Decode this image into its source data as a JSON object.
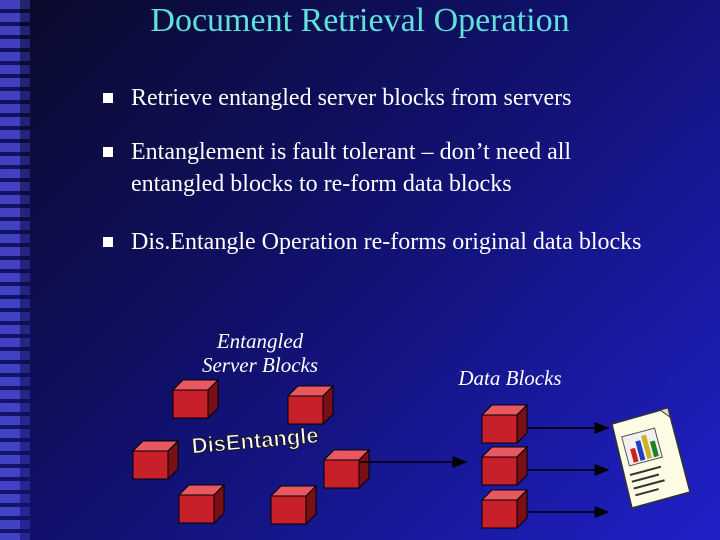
{
  "slide": {
    "title": "Document Retrieval Operation",
    "bullets": [
      {
        "text": "Retrieve entangled server blocks from servers"
      },
      {
        "text": "Entanglement is fault tolerant – don’t need all entangled blocks to re-form data blocks"
      },
      {
        "text": "Dis.Entangle Operation re-forms original data blocks"
      }
    ]
  },
  "diagram": {
    "server_blocks_label_line1": "Entangled",
    "server_blocks_label_line2": "Server Blocks",
    "data_blocks_label": "Data Blocks",
    "disentangle_wordart": "DisEntangle"
  },
  "colors": {
    "title": "#5fe0d8",
    "block_front": "#c8202a",
    "block_top": "#e85860",
    "block_side": "#7a0f16",
    "arrow": "#000000",
    "wordart_fill": "#ffffff"
  }
}
